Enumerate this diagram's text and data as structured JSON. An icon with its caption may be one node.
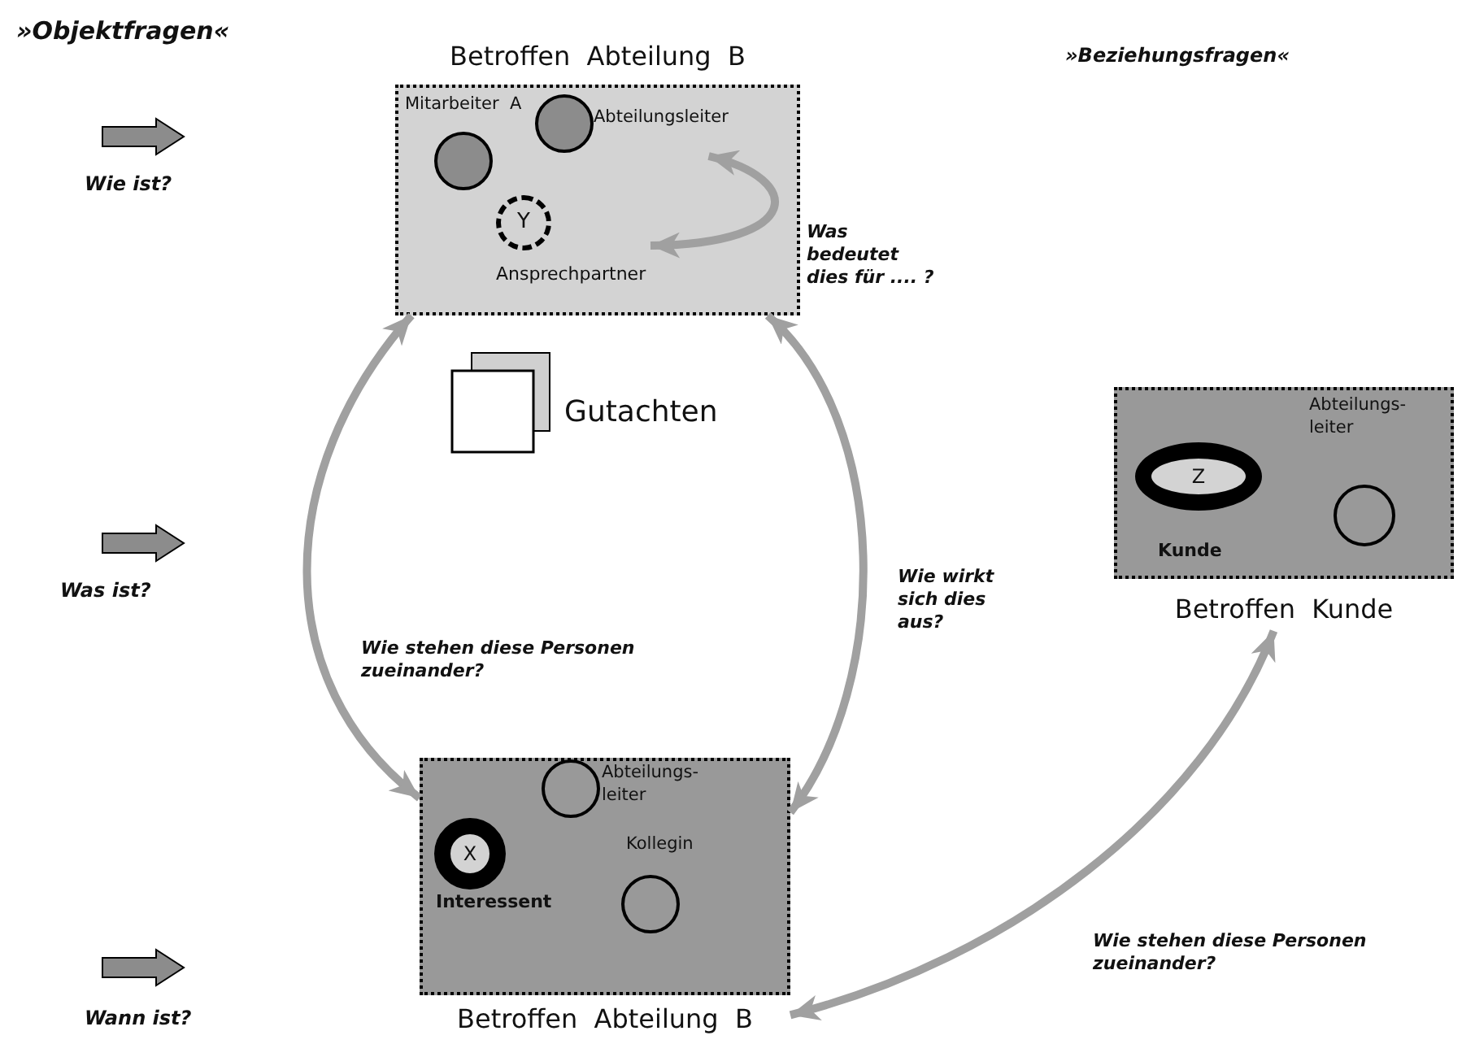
{
  "diagram": {
    "nodes": [
      {
        "text": [
          "Betroffen  Abteilung  B"
        ]
      },
      {
        "text": [
          "Mitarbeiter  A"
        ],
        "in": 0
      },
      {
        "text": [
          "Abteilungsleiter"
        ],
        "in": 0
      },
      {
        "text": [
          "Y",
          "Ansprechpartner"
        ],
        "in": 0
      },
      {
        "text": [
          "Gutachten"
        ]
      },
      {
        "text": [
          "Betroffen  Kunde"
        ]
      },
      {
        "text": [
          "Z",
          "Kunde"
        ],
        "in": 5
      },
      {
        "text": [
          "Abteilungs- leiter"
        ],
        "in": 5
      },
      {
        "text": [
          "Betroffen  Abteilung  B"
        ]
      },
      {
        "text": [
          "X",
          "Interessent"
        ],
        "in": 8
      },
      {
        "text": [
          "Abteilungs- leiter"
        ],
        "in": 8
      },
      {
        "text": [
          "Kollegin"
        ],
        "in": 8
      }
    ],
    "edges": [
      {
        "from": 2,
        "to": 3,
        "arrow": "both",
        "label": "Was bedeutet dies für .... ?"
      },
      {
        "from": 0,
        "to": 8,
        "arrow": "both",
        "label": "Wie stehen diese Personen zueinander?"
      },
      {
        "from": 0,
        "to": 8,
        "arrow": "both",
        "label": "Wie wirkt sich dies aus?"
      },
      {
        "from": 8,
        "to": 5,
        "arrow": "both",
        "label": "Wie stehen diese Personen zueinander?"
      }
    ],
    "labels": [
      "»Objektfragen«",
      "»Beziehungsfragen«",
      "Wie ist?",
      "Was ist?",
      "Wann ist?"
    ]
  }
}
